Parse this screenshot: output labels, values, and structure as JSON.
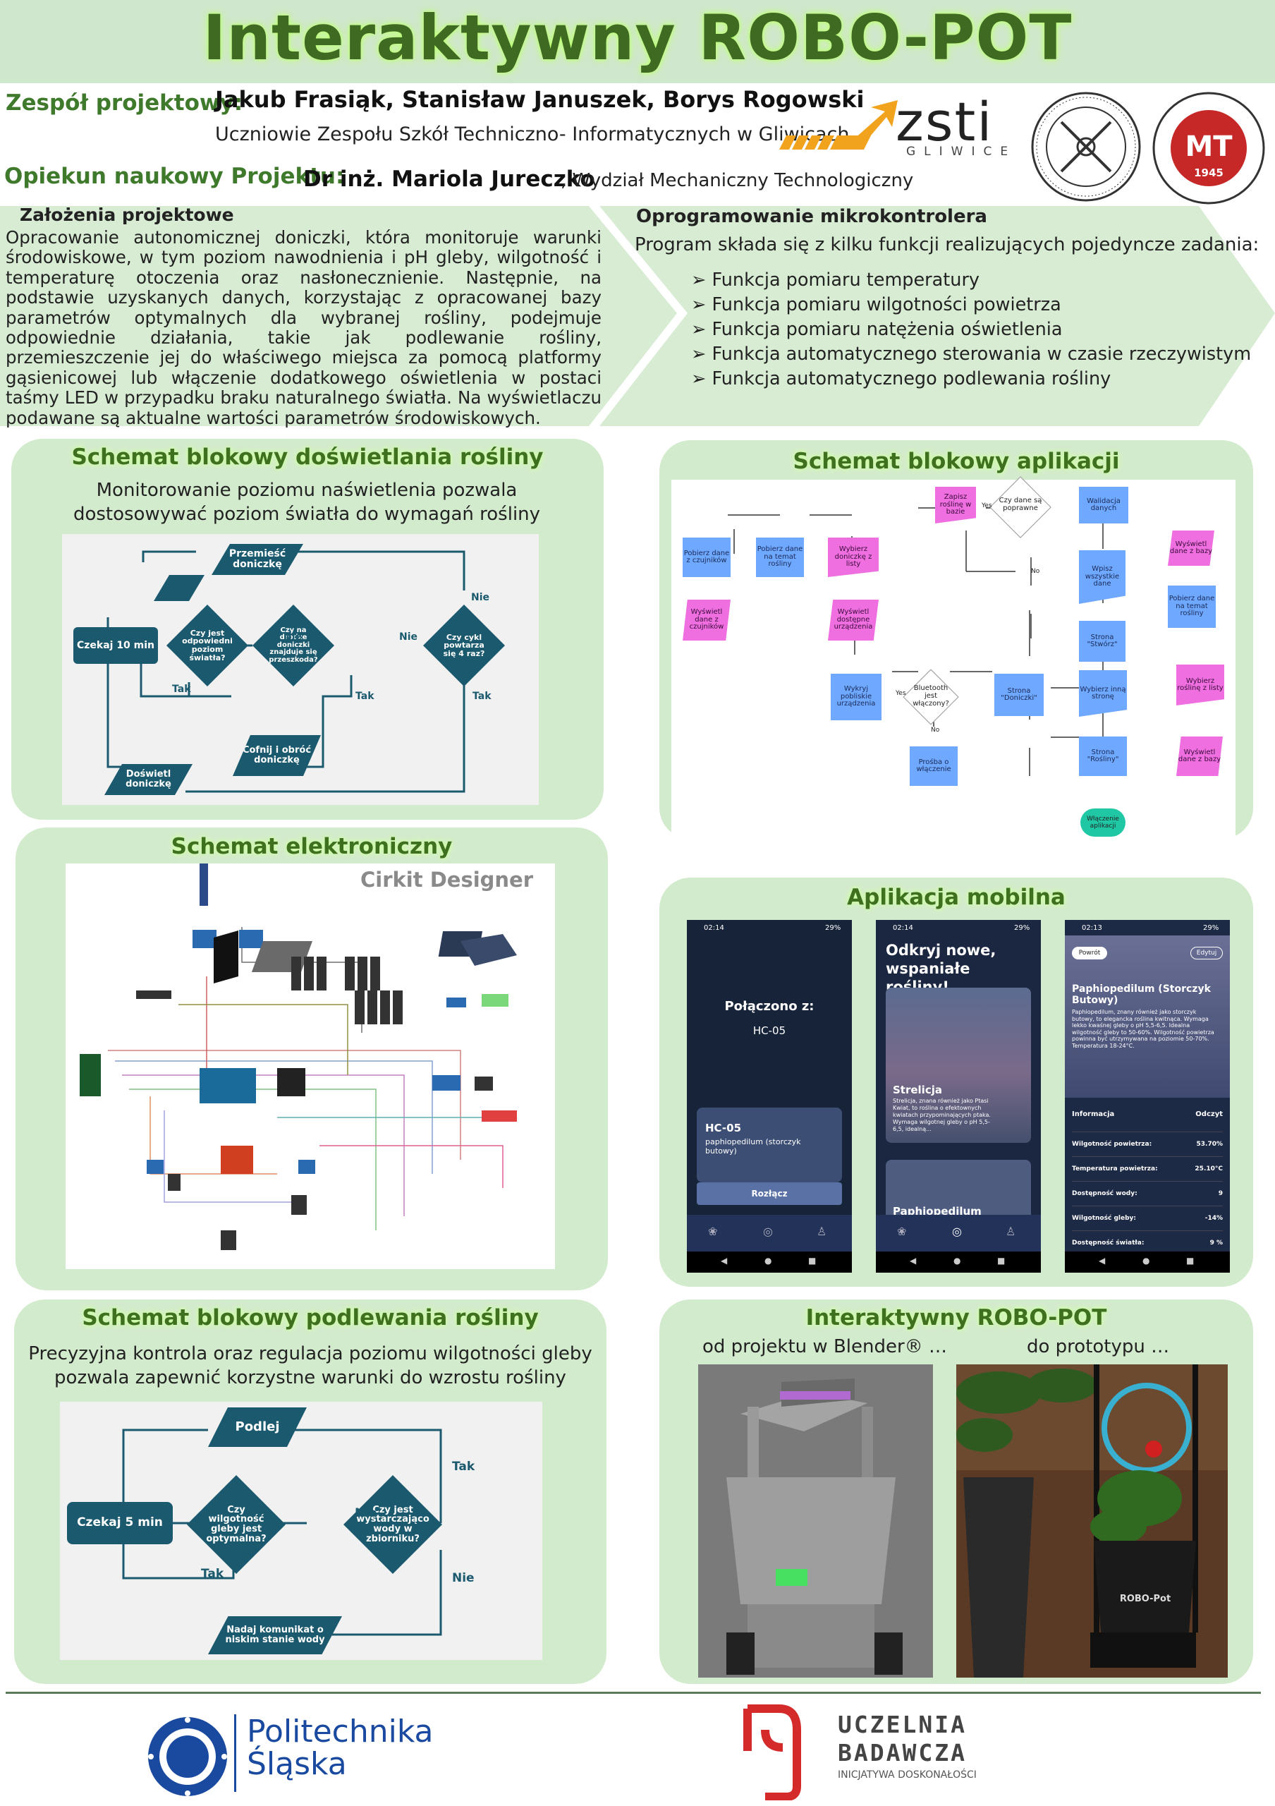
{
  "header": {
    "title": "Interaktywny  ROBO-POT",
    "team_label": "Zespół projektowy:",
    "team_names": "Jakub Frasiąk, Stanisław Januszek, Borys Rogowski",
    "team_sub": "Uczniowie Zespołu Szkół Techniczno- Informatycznych w Gliwicach",
    "tutor_label": "Opiekun naukowy Projektu:",
    "tutor_name": "Dr inż. Mariola Jureczko",
    "tutor_dept": ", Wydział Mechaniczny   Technologiczny",
    "zsti_logo": "zsti",
    "zsti_city": "GLIWICE",
    "badge_mt": "MT",
    "badge_year": "1945"
  },
  "assumptions": {
    "heading": "Założenia projektowe",
    "body": "Opracowanie autonomicznej doniczki, która monitoruje warunki środowiskowe, w tym poziom nawodnienia i pH gleby, wilgotność i temperaturę otoczenia oraz nasłonecznienie.   Następnie, na podstawie uzyskanych danych, korzystając z opracowanej bazy parametrów optymalnych dla wybranej rośliny, podejmuje odpowiednie działania, takie jak podlewanie rośliny, przemieszczenie jej do właściwego miejsca za pomocą platformy gąsienicowej lub włączenie dodatkowego oświetlenia w postaci taśmy LED w przypadku braku naturalnego światła. Na wyświetlaczu podawane są aktualne wartości parametrów środowiskowych."
  },
  "firmware": {
    "heading": "Oprogramowanie mikrokontrolera",
    "intro": "Program składa się z kilku funkcji realizujących pojedyncze zadania:",
    "items": [
      "Funkcja pomiaru temperatury",
      "Funkcja pomiaru wilgotności powietrza",
      "Funkcja pomiaru natężenia oświetlenia",
      "Funkcja automatycznego sterowania w czasie rzeczywistym",
      "Funkcja automatycznego podlewania rośliny"
    ]
  },
  "lighting": {
    "heading": "Schemat blokowy doświetlania rośliny",
    "desc": "Monitorowanie poziomu naświetlenia pozwala dostosowywać poziom światła do wymagań rośliny",
    "nodes": {
      "move": "Przemieść doniczkę",
      "wait": "Czekaj 10 min",
      "light_ok": "Czy jest odpowiedni poziom światła?",
      "obstacle": "Czy na drodze doniczki znajduje się przeszkoda?",
      "cycle": "Czy cykl powtarza się 4 raz?",
      "back": "Cofnij i obróć doniczkę",
      "illuminate": "Doświetl doniczkę"
    },
    "labels": {
      "nie1": "Nie",
      "nie2": "Nie",
      "nie3": "Nie",
      "tak1": "Tak",
      "tak2": "Tak",
      "tak3": "Tak"
    }
  },
  "app_flow": {
    "heading": "Schemat blokowy aplikacji",
    "nodes": {
      "save": "Zapisz roślinę w bazie",
      "valid": "Czy dane są poprawne",
      "validate": "Walidacja danych",
      "show_db1": "Wyświetl dane z bazy",
      "get_sensors": "Pobierz dane z czujników",
      "get_plant": "Pobierz dane na temat rośliny",
      "choose_pot": "Wybierz doniczkę z listy",
      "enter_data": "Wpisz wszystkie dane",
      "get_plant2": "Pobierz dane na temat rośliny",
      "show_sensors": "Wyświetl dane z czujników",
      "show_devices": "Wyświetl dostępne urządzenia",
      "create": "Strona \"Stwórz\"",
      "find_devices": "Wykryj pobliskie urządzenia",
      "bt": "Bluetooth jest włączony?",
      "pots_page": "Strona \"Doniczki\"",
      "other_page": "Wybierz inną stronę",
      "choose_plant": "Wybierz roślinę z listy",
      "enable_bt": "Prośba o włączenie",
      "plants_page": "Strona \"Rośliny\"",
      "show_db2": "Wyświetl dane z bazy",
      "start": "Włączenie aplikacji"
    },
    "labels": {
      "yes1": "Yes",
      "no1": "No",
      "yes2": "Yes",
      "no2": "No"
    }
  },
  "electronics": {
    "heading": "Schemat elektroniczny",
    "watermark": "Cirkit Designer"
  },
  "mobile": {
    "heading": "Aplikacja mobilna",
    "phone1": {
      "status": "02:14",
      "battery": "29%",
      "connected": "Połączono z:",
      "device": "HC-05",
      "card_title": "HC-05",
      "card_sub": "paphiopedilum (storczyk butowy)",
      "disconnect": "Rozłącz"
    },
    "phone2": {
      "status": "02:14",
      "battery": "29%",
      "headline": "Odkryj nowe, wspaniałe rośliny!",
      "card1_title": "Strelicja",
      "card1_text": "Strelicja, znana również jako Ptasi Kwiat, to roślina o efektownych kwiatach przypominających ptaka. Wymaga wilgotnej gleby o pH 5,5-6,5, idealną...",
      "card2_title": "Paphiopedilum"
    },
    "phone3": {
      "status": "02:13",
      "battery": "29%",
      "back": "Powrót",
      "edit": "Edytuj",
      "title": "Paphiopedilum (Storczyk Butowy)",
      "text": "Paphiopedilum, znany również jako storczyk butowy, to elegancka roślina kwitnąca. Wymaga lekko kwaśnej gleby o pH 5,5-6,5. Idealna wilgotność gleby to 50-60%. Wilgotność powietrza powinna być utrzymywana na poziomie 50-70%. Temperatura 18-24°C.",
      "table_head": [
        "Informacja",
        "Odczyt"
      ],
      "rows": [
        [
          "Wilgotność powietrza:",
          "53.70%"
        ],
        [
          "Temperatura powietrza:",
          "25.10°C"
        ],
        [
          "Dostępność wody:",
          "9"
        ],
        [
          "Wilgotność gleby:",
          "-14%"
        ],
        [
          "Dostępność światła:",
          "9 %"
        ]
      ]
    }
  },
  "watering": {
    "heading": "Schemat blokowy podlewania rośliny",
    "desc": "Precyzyjna kontrola oraz regulacja poziomu wilgotności gleby pozwala zapewnić korzystne warunki do wzrostu rośliny",
    "nodes": {
      "water": "Podlej",
      "wait": "Czekaj 5 min",
      "moisture": "Czy wilgotność gleby jest optymalna?",
      "tank": "Czy jest wystarczająco wody w zbiorniku?",
      "message": "Nadaj komunikat o niskim stanie wody"
    },
    "labels": {
      "tak1": "Tak",
      "nie1": "Nie",
      "tak2": "Tak",
      "nie2": "Nie"
    }
  },
  "prototype": {
    "heading": "Interaktywny ROBO-POT",
    "left_caption": "od projektu w Blender® …",
    "right_caption": "do  prototypu …",
    "pot_label": "ROBO-Pot"
  },
  "footer": {
    "polsl": "Politechnika\nŚląska",
    "ub_line1": "UCZELNIA",
    "ub_line2": "BADAWCZA",
    "ub_line3": "INICJATYWA DOSKONAŁOŚCI"
  }
}
